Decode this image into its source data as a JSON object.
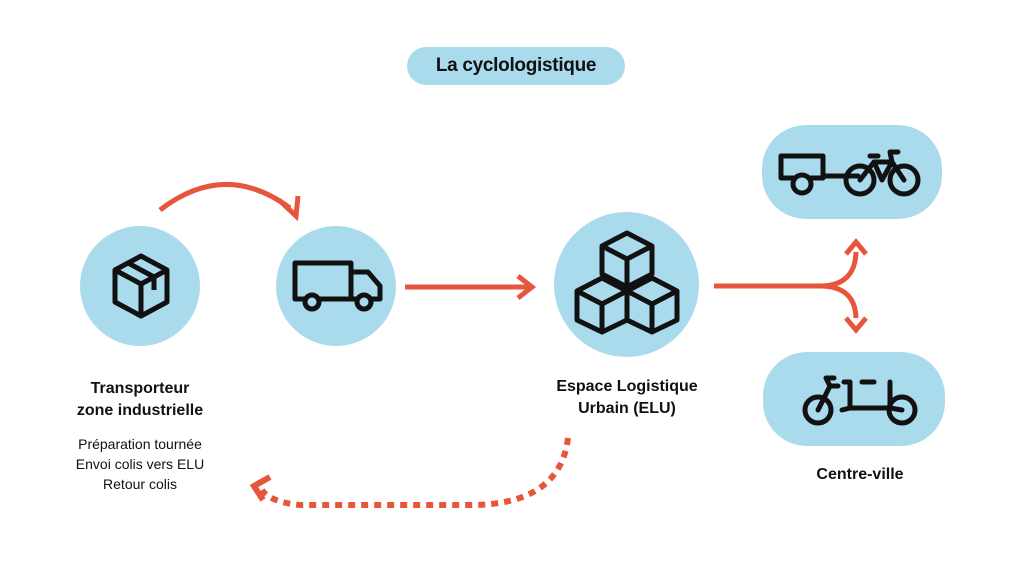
{
  "title": "La cyclologistique",
  "nodes": {
    "transporteur": {
      "title_line1": "Transporteur",
      "title_line2": "zone industrielle",
      "details": [
        "Préparation tournée",
        "Envoi colis vers ELU",
        "Retour colis"
      ]
    },
    "elu": {
      "title_line1": "Espace Logistique",
      "title_line2": "Urbain (ELU)"
    },
    "centre_ville": {
      "title": "Centre-ville"
    }
  },
  "icons": {
    "package": "package-icon",
    "truck": "truck-icon",
    "boxes": "stacked-boxes-icon",
    "bike_trailer": "bike-trailer-icon",
    "cargo_bike": "cargo-bike-icon"
  },
  "colors": {
    "circle_fill": "#a9dbed",
    "arrow": "#e8553d",
    "icon": "#111111"
  }
}
